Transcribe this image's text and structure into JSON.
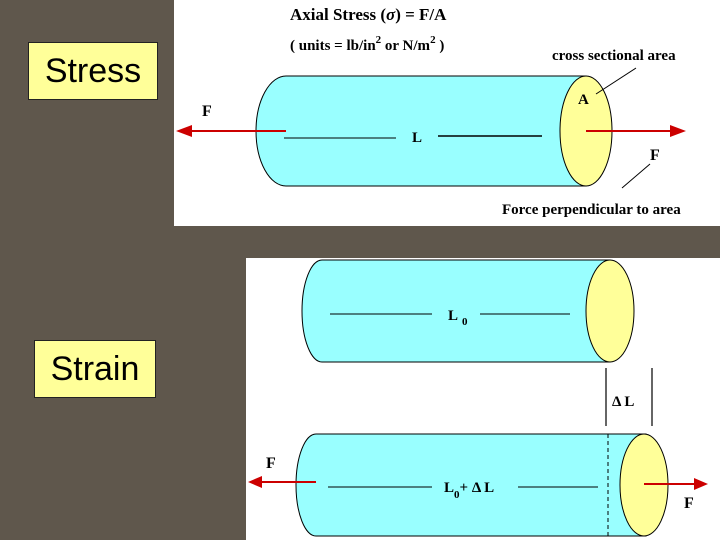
{
  "labels": {
    "stress": "Stress",
    "strain": "Strain"
  },
  "stress_panel": {
    "formula_prefix": "Axial Stress (",
    "sigma": "σ",
    "formula_suffix": ") =  F/A",
    "units_prefix": "( units  =  lb/in",
    "units_exp1": "2",
    "units_mid": "  or N/m",
    "units_exp2": "2",
    "units_suffix": " )",
    "cross_sectional_area": "cross sectional area",
    "area_label": "A",
    "force_left": "F",
    "force_right": "F",
    "length_label": "L",
    "perpendicular_note": "Force perpendicular to area"
  },
  "strain_panel": {
    "l0_base": "L",
    "l0_sub": "0",
    "delta_label": "Δ L",
    "force_left": "F",
    "force_right": "F",
    "lsum_base": "L",
    "lsum_sub": "0",
    "lsum_rest": "+  Δ L"
  },
  "colors": {
    "background": "#5f574c",
    "cylinder": "#99ffff",
    "end_cap": "#ffff99",
    "arrow": "#cc0000",
    "label_box": "#ffff99"
  }
}
